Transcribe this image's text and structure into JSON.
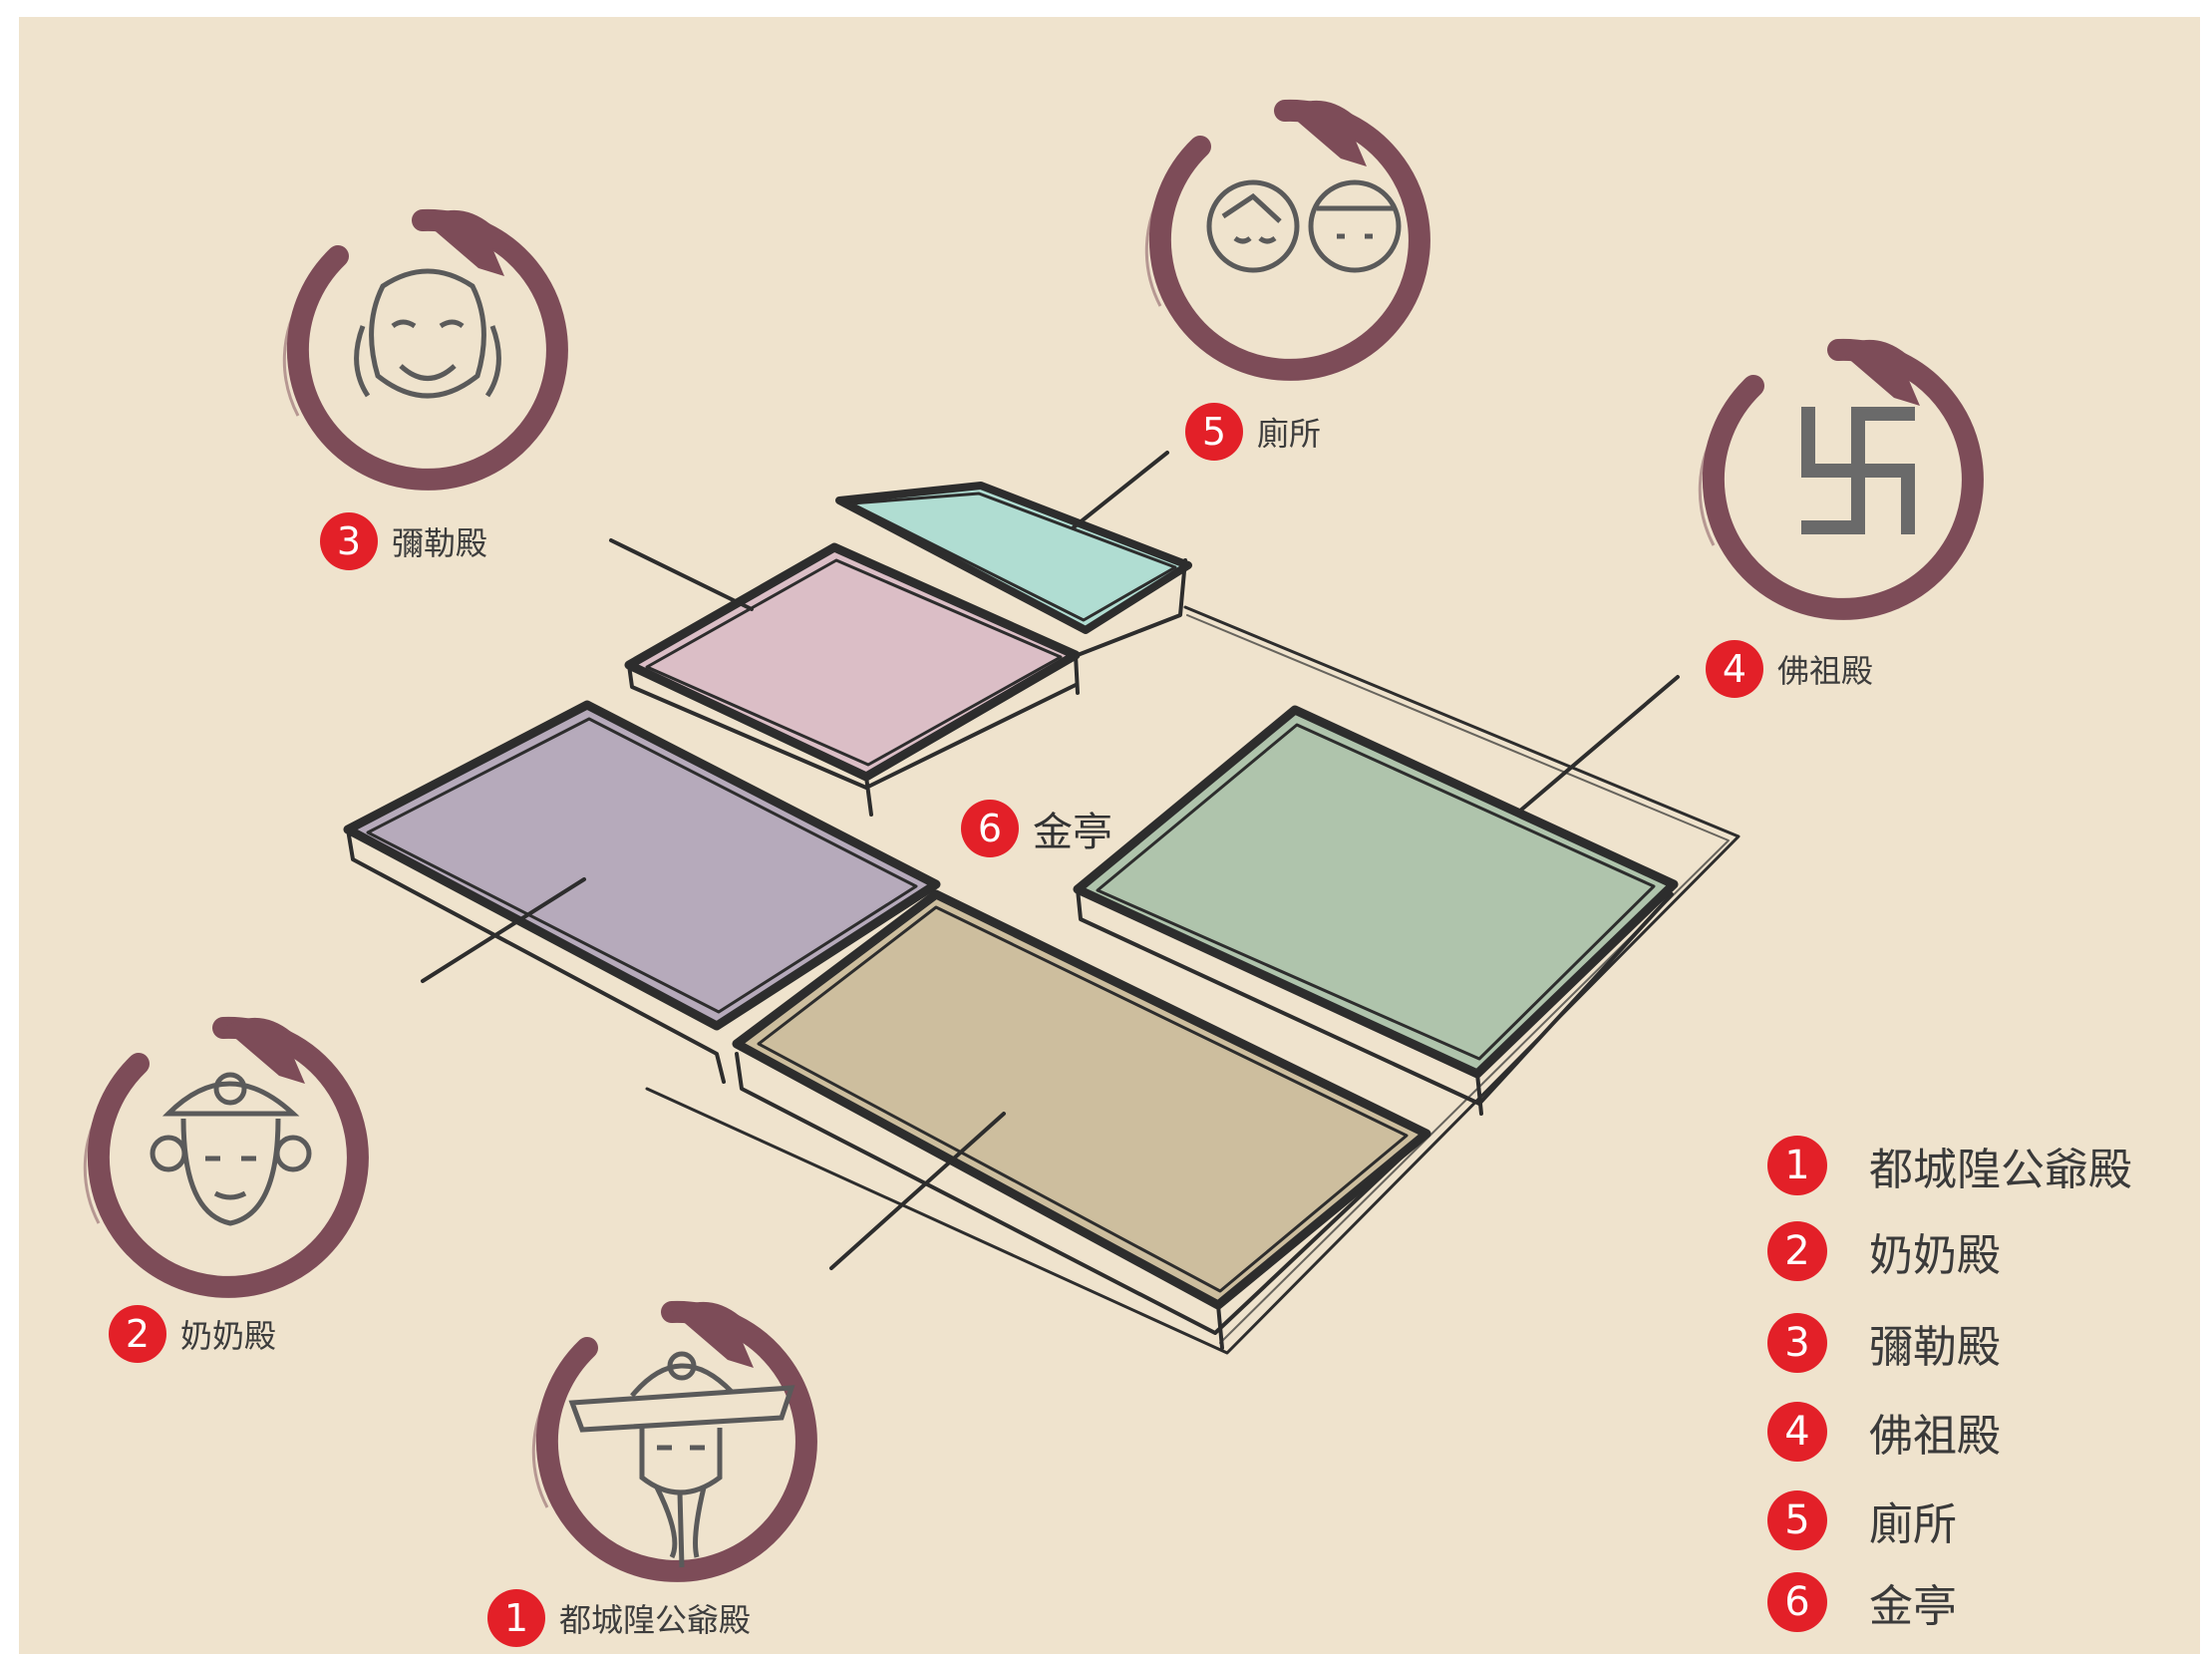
{
  "markers": [
    {
      "num": "5",
      "label": "廁所"
    },
    {
      "num": "3",
      "label": "彌勒殿"
    },
    {
      "num": "4",
      "label": "佛祖殿"
    },
    {
      "num": "6",
      "label": "金亭"
    },
    {
      "num": "2",
      "label": "奶奶殿"
    },
    {
      "num": "1",
      "label": "都城隍公爺殿"
    }
  ],
  "legend": [
    {
      "num": "1",
      "label": "都城隍公爺殿"
    },
    {
      "num": "2",
      "label": "奶奶殿"
    },
    {
      "num": "3",
      "label": "彌勒殿"
    },
    {
      "num": "4",
      "label": "佛祖殿"
    },
    {
      "num": "5",
      "label": "廁所"
    },
    {
      "num": "6",
      "label": "金亭"
    }
  ],
  "colors": {
    "background": "#efe3cd",
    "dragon_ring": "#7d4c58",
    "badge": "#e32028",
    "hall_1": "#cdbe9e",
    "hall_2": "#b6aabb",
    "hall_3": "#dbbec6",
    "hall_4": "#afc4ac",
    "hall_5": "#b0ddd2",
    "outline": "#2d2d2d"
  },
  "icons": {
    "hall_1": "city-god-face-icon",
    "hall_2": "goddess-face-icon",
    "hall_3": "laughing-buddha-face-icon",
    "hall_4": "manji-symbol-icon",
    "hall_5": "restroom-faces-icon"
  }
}
